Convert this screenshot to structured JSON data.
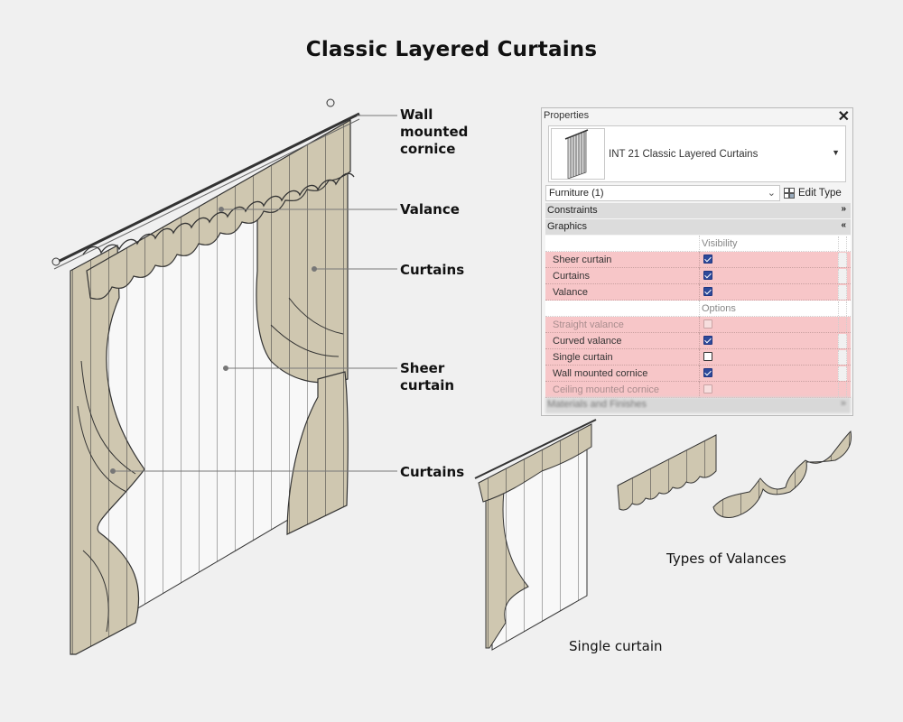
{
  "title": "Classic Layered Curtains",
  "callouts": {
    "cornice": [
      "Wall",
      "mounted",
      "cornice"
    ],
    "valance": "Valance",
    "curtains_top": "Curtains",
    "sheer": [
      "Sheer",
      "curtain"
    ],
    "curtains_bottom": "Curtains"
  },
  "captions": {
    "valances": "Types of Valances",
    "single": "Single curtain"
  },
  "properties": {
    "title": "Properties",
    "close_icon": "close-icon",
    "type_name": "INT 21 Classic Layered Curtains",
    "filter": "Furniture (1)",
    "edit_type": "Edit Type",
    "sections": {
      "constraints": "Constraints",
      "graphics": "Graphics",
      "materials": "Materials and Finishes"
    },
    "groups": {
      "visibility": "Visibility",
      "options": "Options"
    },
    "visibility_rows": [
      {
        "label": "Sheer curtain",
        "checked": true,
        "enabled": true
      },
      {
        "label": "Curtains",
        "checked": true,
        "enabled": true
      },
      {
        "label": "Valance",
        "checked": true,
        "enabled": true
      }
    ],
    "option_rows": [
      {
        "label": "Straight valance",
        "checked": false,
        "enabled": false
      },
      {
        "label": "Curved valance",
        "checked": true,
        "enabled": true
      },
      {
        "label": "Single curtain",
        "checked": false,
        "enabled": true
      },
      {
        "label": "Wall mounted cornice",
        "checked": true,
        "enabled": true
      },
      {
        "label": "Ceiling mounted cornice",
        "checked": false,
        "enabled": false
      }
    ]
  },
  "colors": {
    "fabric": "#cfc7b0",
    "fabric_dark": "#b9b096",
    "highlight_rows": "#f7c6c8",
    "checkbox": "#2e4a9a"
  }
}
